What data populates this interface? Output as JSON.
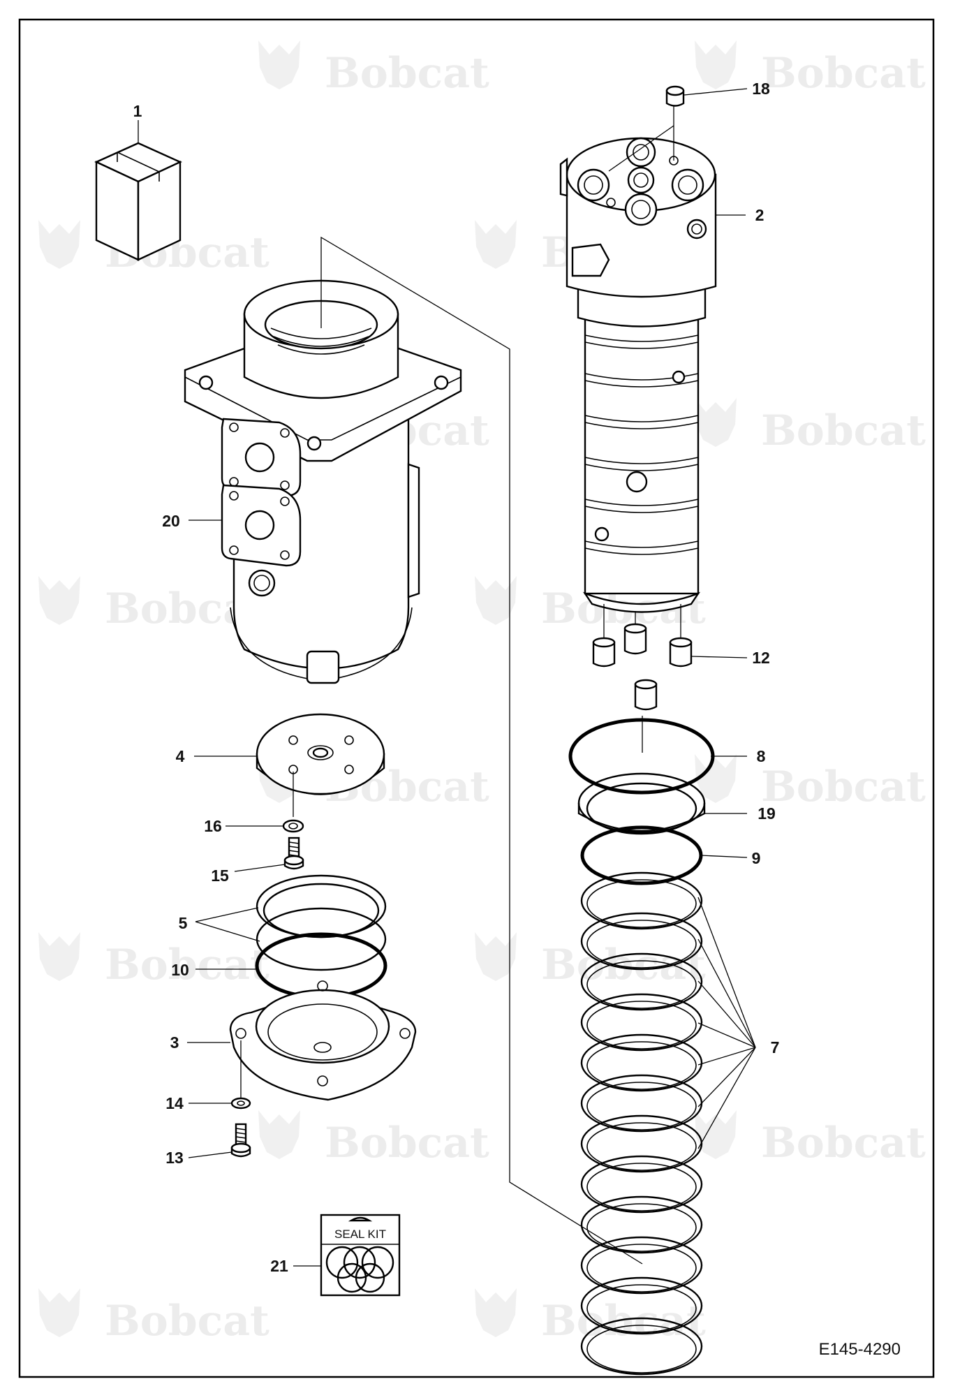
{
  "diagram": {
    "watermark": "Bobcat",
    "document_id": "E145-4290",
    "seal_kit_label": "SEAL KIT",
    "callouts": [
      "1",
      "18",
      "2",
      "20",
      "12",
      "4",
      "8",
      "16",
      "19",
      "15",
      "9",
      "5",
      "10",
      "7",
      "3",
      "14",
      "13",
      "21"
    ]
  }
}
